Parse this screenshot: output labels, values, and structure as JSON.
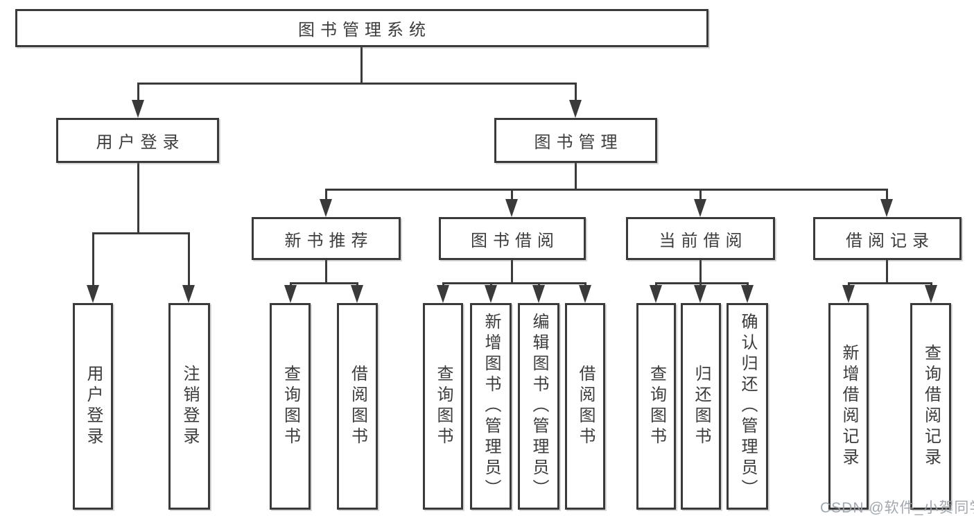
{
  "diagram": {
    "root": {
      "label": "图书管理系统"
    },
    "level2": [
      {
        "label": "用户登录"
      },
      {
        "label": "图书管理"
      }
    ],
    "level3": [
      {
        "label": "新书推荐"
      },
      {
        "label": "图书借阅"
      },
      {
        "label": "当前借阅"
      },
      {
        "label": "借阅记录"
      }
    ],
    "leaves": [
      {
        "label": "用户登录"
      },
      {
        "label": "注销登录"
      },
      {
        "label": "查询图书"
      },
      {
        "label": "借阅图书"
      },
      {
        "label": "查询图书"
      },
      {
        "label": "新增图书（管理员）"
      },
      {
        "label": "编辑图书（管理员）"
      },
      {
        "label": "借阅图书"
      },
      {
        "label": "查询图书"
      },
      {
        "label": "归还图书"
      },
      {
        "label": "确认归还（管理员）"
      },
      {
        "label": "新增借阅记录"
      },
      {
        "label": "查询借阅记录"
      }
    ]
  },
  "colors": {
    "line": "#3a3a3a",
    "text": "#3c3c3c",
    "background": "#ffffff",
    "watermark": "#9aa1a9"
  },
  "watermark": {
    "text": "CSDN @软件_小贺同学"
  }
}
